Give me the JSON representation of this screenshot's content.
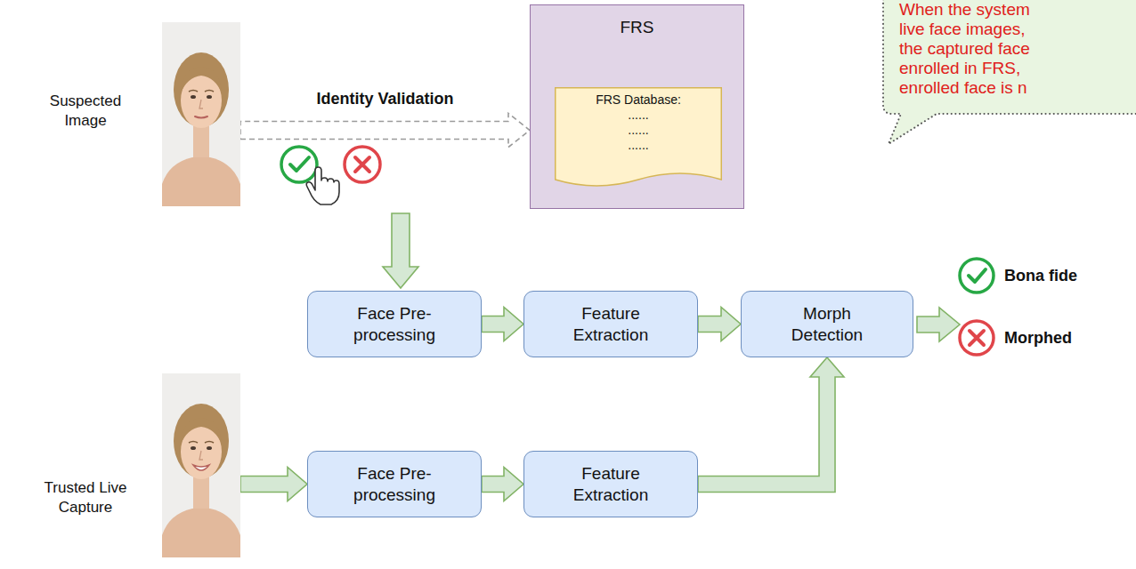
{
  "diagram": {
    "nodes": [
      {
        "text": [
          "FRS"
        ]
      },
      {
        "text": [
          "FRS Database:",
          "......",
          "......",
          "......"
        ],
        "in": 0
      },
      {
        "text": [
          "When the system",
          "live face images,",
          "the captured face",
          "enrolled in FRS,",
          "enrolled face is n"
        ]
      },
      {
        "text": [
          "Suspected Image"
        ]
      },
      {
        "text": [
          "Face Pre-processing"
        ]
      },
      {
        "text": [
          "Feature Extraction"
        ]
      },
      {
        "text": [
          "Morph Detection"
        ]
      },
      {
        "text": [
          "Trusted Live Capture"
        ]
      },
      {
        "text": [
          "Face Pre-processing"
        ]
      },
      {
        "text": [
          "Feature Extraction"
        ]
      }
    ],
    "edges": [
      {
        "from": 3,
        "to": 0,
        "arrow": "to",
        "label": "Identity Validation"
      },
      {
        "from": 4,
        "to": 5,
        "arrow": "to"
      },
      {
        "from": 5,
        "to": 6,
        "arrow": "to"
      },
      {
        "from": 7,
        "to": 8,
        "arrow": "to"
      },
      {
        "from": 8,
        "to": 9,
        "arrow": "to"
      },
      {
        "from": 9,
        "to": 6,
        "arrow": "to"
      }
    ],
    "labels": [
      "Bona fide",
      "Morphed"
    ]
  }
}
